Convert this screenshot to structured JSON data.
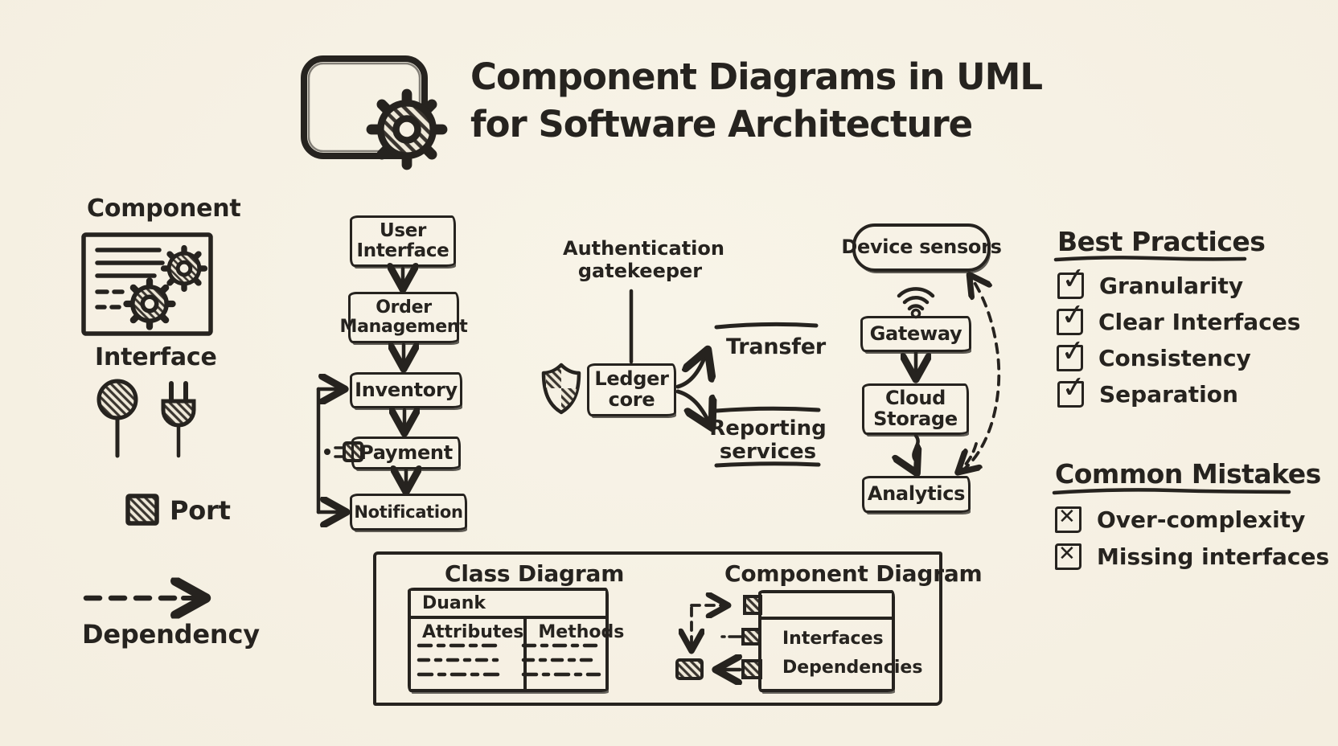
{
  "title": {
    "line1": "Component Diagrams in UML",
    "line2": "for Software Architecture"
  },
  "legend": {
    "component": "Component",
    "interface": "Interface",
    "port": "Port",
    "dependency": "Dependency"
  },
  "order_flow": {
    "nodes": [
      "User Interface",
      "Order Management",
      "Inventory",
      "Payment",
      "Notification"
    ]
  },
  "ledger_flow": {
    "annotation": "Authentication gatekeeper",
    "core": "Ledger core",
    "outputs": [
      "Transfer",
      "Reporting services"
    ]
  },
  "iot_flow": {
    "nodes": [
      "Device sensors",
      "Gateway",
      "Cloud Storage",
      "Analytics"
    ]
  },
  "best_practices": {
    "title": "Best Practices",
    "items": [
      "Granularity",
      "Clear Interfaces",
      "Consistency",
      "Separation"
    ]
  },
  "common_mistakes": {
    "title": "Common Mistakes",
    "items": [
      "Over-complexity",
      "Missing interfaces"
    ]
  },
  "comparison": {
    "class_diagram": {
      "heading": "Class Diagram",
      "class_name": "Duank",
      "columns": [
        "Attributes",
        "Methods"
      ]
    },
    "component_diagram": {
      "heading": "Component Diagram",
      "items": [
        "Interfaces",
        "Dependencies"
      ]
    }
  },
  "colors": {
    "background": "#f6f1e4",
    "ink": "#26231f"
  }
}
